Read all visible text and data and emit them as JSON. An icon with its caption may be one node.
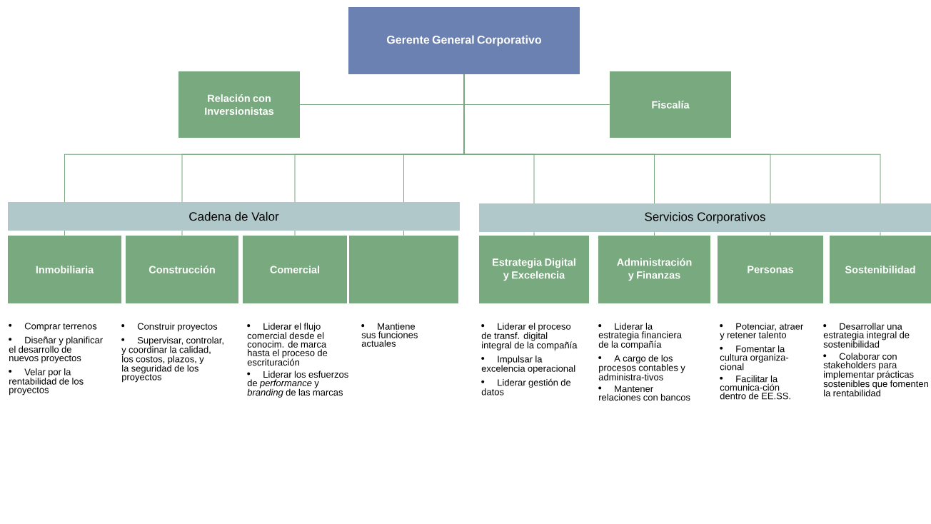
{
  "diagram": {
    "nodes": [
      {
        "text": [
          "Gerente General Corporativo"
        ]
      },
      {
        "text": [
          "Relación con Inversionistas"
        ]
      },
      {
        "text": [
          "Fiscalía"
        ]
      },
      {
        "text": [
          "Cadena de Valor"
        ]
      },
      {
        "text": [
          "Servicios Corporativos"
        ]
      },
      {
        "text": [
          "Inmobiliaria"
        ],
        "beside": [
          "Comprar terrenos",
          "Diseñar y planificar el desarrollo de nuevos proyectos",
          "Velar por la rentabilidad de los proyectos"
        ]
      },
      {
        "text": [
          "Construcción"
        ],
        "beside": [
          "Construir proyectos",
          "Supervisar, controlar, y coordinar la calidad, los costos, plazos, y la seguridad de los proyectos"
        ]
      },
      {
        "text": [
          "Comercial"
        ],
        "beside": [
          "Liderar el flujo comercial desde el conocim. de marca hasta el proceso de escrituración",
          "Liderar los esfuerzos de *performance* y *branding* de las marcas"
        ]
      },
      {
        "text": [],
        "shape": "box",
        "beside": [
          "Mantiene sus funciones actuales"
        ]
      },
      {
        "text": [
          "Estrategia Digital y Excelencia"
        ],
        "beside": [
          "Liderar el proceso de transf. digital integral de la compañía",
          "Impulsar la excelencia operacional",
          "Liderar gestión de datos"
        ]
      },
      {
        "text": [
          "Administración y Finanzas"
        ],
        "beside": [
          "Liderar la estrategia financiera de la compañía",
          "A cargo de los procesos contables y administra-tivos",
          "Mantener relaciones con bancos"
        ]
      },
      {
        "text": [
          "Personas"
        ],
        "beside": [
          "Potenciar, atraer y retener talento",
          "Fomentar la cultura organiza-cional",
          "Facilitar la comunica-ción dentro de EE.SS."
        ]
      },
      {
        "text": [
          "Sostenibilidad"
        ],
        "beside": [
          "Desarrollar una estrategia integral de sostenibilidad",
          "Colaborar con stakeholders para implementar prácticas sostenibles que fomenten la rentabilidad"
        ]
      }
    ],
    "edges": [
      {
        "from": 0,
        "to": 1,
        "arrow": "none"
      },
      {
        "from": 0,
        "to": 2,
        "arrow": "none"
      },
      {
        "from": 0,
        "to": 3,
        "arrow": "none"
      },
      {
        "from": 0,
        "to": 3,
        "arrow": "none"
      },
      {
        "from": 0,
        "to": 3,
        "arrow": "none"
      },
      {
        "from": 0,
        "to": 3,
        "arrow": "none"
      },
      {
        "from": 0,
        "to": 4,
        "arrow": "none"
      },
      {
        "from": 0,
        "to": 4,
        "arrow": "none"
      },
      {
        "from": 0,
        "to": 4,
        "arrow": "none"
      },
      {
        "from": 0,
        "to": 4,
        "arrow": "none"
      },
      {
        "from": 3,
        "to": 5,
        "arrow": "none"
      },
      {
        "from": 3,
        "to": 6,
        "arrow": "none"
      },
      {
        "from": 3,
        "to": 7,
        "arrow": "none"
      },
      {
        "from": 3,
        "to": 8,
        "arrow": "none"
      },
      {
        "from": 4,
        "to": 9,
        "arrow": "none"
      },
      {
        "from": 4,
        "to": 10,
        "arrow": "none"
      },
      {
        "from": 4,
        "to": 11,
        "arrow": "none"
      },
      {
        "from": 4,
        "to": 12,
        "arrow": "none"
      }
    ]
  }
}
